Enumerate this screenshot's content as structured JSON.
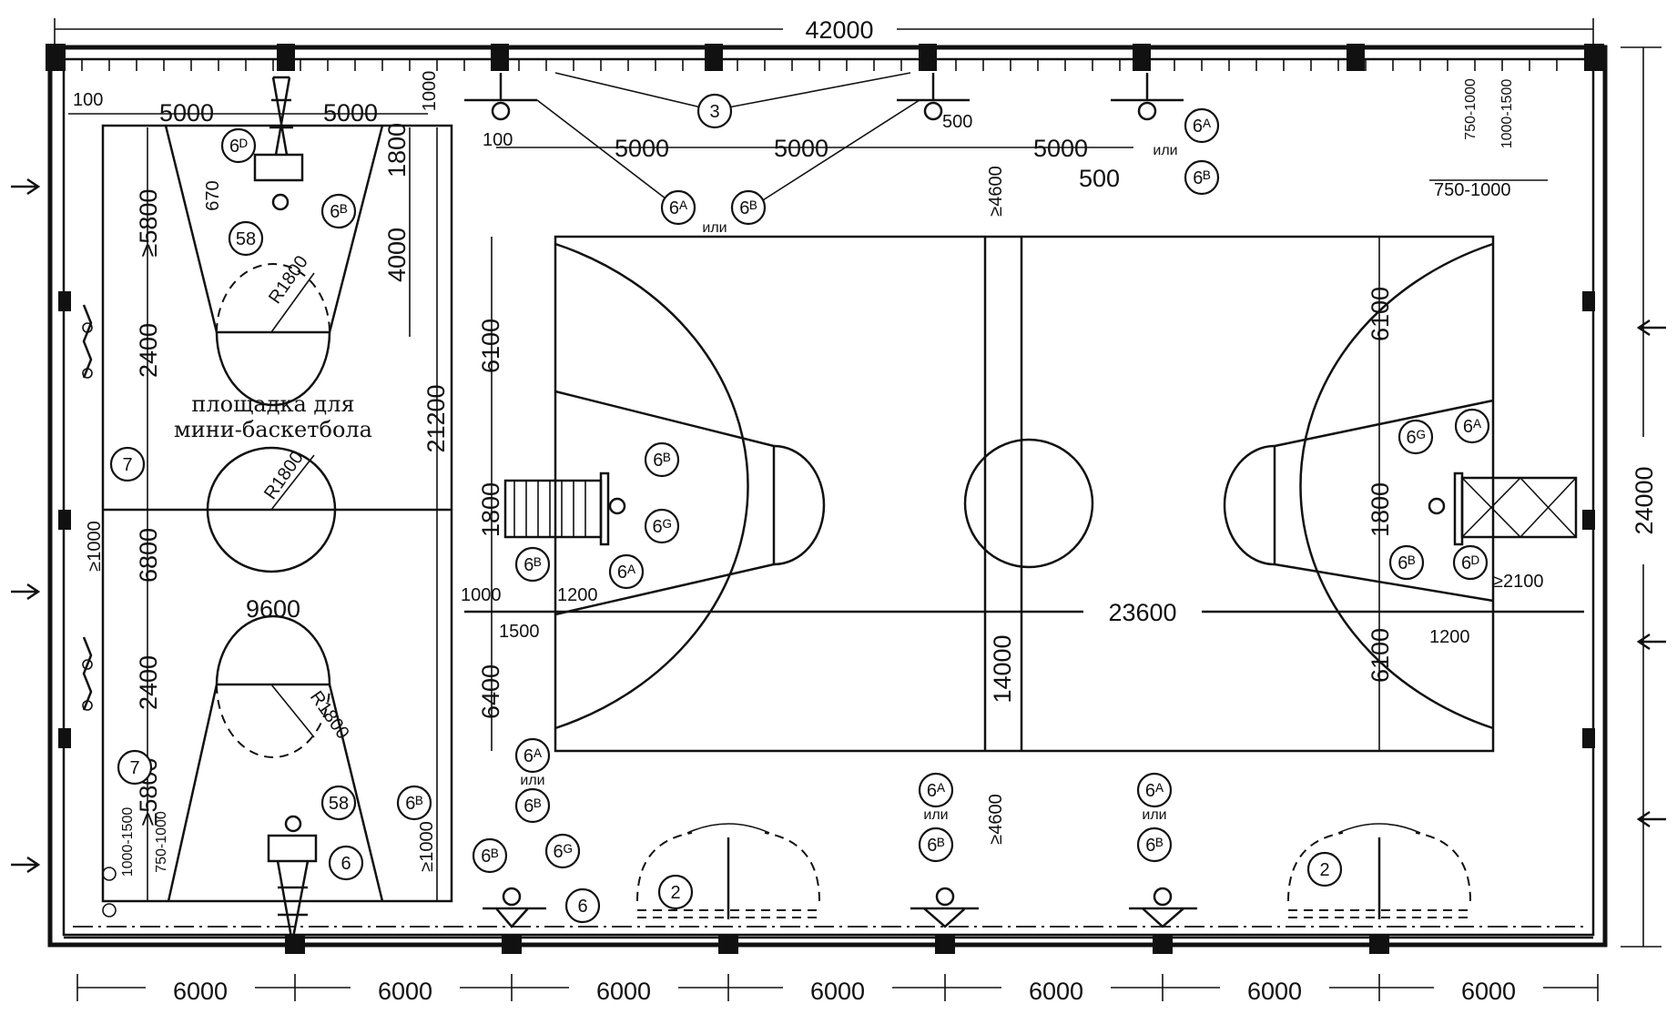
{
  "dimensions": {
    "overall_width": "42000",
    "overall_height": "24000",
    "column_spacing": [
      "6000",
      "6000",
      "6000",
      "6000",
      "6000",
      "6000",
      "6000"
    ],
    "main_court_length": "23600",
    "main_court_width": "14000",
    "half_width_top": "6100",
    "half_width_bottom": "6400",
    "right_half_top": "6100",
    "right_half_bottom": "6100",
    "backboard_width": "1800",
    "backboard_width_right": "1800",
    "offset_1000": "1000",
    "offset_1200": "1200",
    "offset_1500": "1500",
    "offset_1200_right": "1200",
    "min_2100": "≥2100",
    "min_4600_top": "≥4600",
    "min_4600_bottom": "≥4600",
    "top_5000_a": "5000",
    "top_5000_b": "5000",
    "top_5000_c": "5000",
    "top_100": "100",
    "top_500": "500",
    "top_or_500": "500",
    "right_750_1000_a": "750-1000",
    "right_1000_1500": "1000-1500",
    "right_750_1000_b": "750-1000",
    "mini_100": "100",
    "mini_5000_a": "5000",
    "mini_5000_b": "5000",
    "mini_1000_top": "1000",
    "mini_1800": "1800",
    "mini_670": "670",
    "mini_5800_top": "≥5800",
    "mini_4000": "4000",
    "mini_2400_top": "2400",
    "mini_21200": "21200",
    "mini_6800": "6800",
    "mini_9600": "9600",
    "mini_2400_bottom": "2400",
    "mini_5800_bottom": "≥5800",
    "mini_min_1000_left": "≥1000",
    "mini_min_1000_bottom": "≥1000",
    "left_1000_1500": "1000-1500",
    "left_750_1000": "750-1000",
    "radius_top": "R1800",
    "radius_center": "R1800",
    "radius_bottom": "R1800"
  },
  "labels": {
    "mini_court_line1": "площадка для",
    "mini_court_line2": "мини-баскетбола",
    "or_word": "или"
  },
  "callouts": {
    "c3": "3",
    "c6a": "6ᴬ",
    "c6b": "6ᴮ",
    "c6v": "6ᴮ",
    "c6g": "6ᴳ",
    "c6d": "6ᴰ",
    "c58": "58",
    "c7": "7",
    "c6": "6",
    "c2": "2",
    "c6a_top_right": "6ᴬ",
    "c6b_top_right": "6ᴮ",
    "c6b_left": "6ᴮ",
    "c6a_left": "6ᴬ",
    "c6v_left": "6ᴮ",
    "c6g_left": "6ᴳ",
    "c6g_right": "6ᴳ",
    "c6a_right": "6ᴬ",
    "c6v_right": "6ᴮ",
    "c6d_right": "6ᴰ",
    "c6d_mini": "6ᴰ",
    "c6b_mini_top": "6ᴮ",
    "c58_mini_top": "58",
    "c58_mini_bottom": "58",
    "c6b_mini_bottom": "6ᴮ",
    "c6_mini_bottom": "6",
    "c6a_b1": "6ᴬ",
    "c6b_b1": "6ᴮ",
    "c6v_b1": "6ᴮ",
    "c6g_b1": "6ᴳ",
    "c6_b1": "6",
    "c6a_b2": "6ᴬ",
    "c6b_b2": "6ᴮ",
    "c6a_b3": "6ᴬ",
    "c6b_b3": "6ᴮ",
    "c7_top": "7",
    "c7_bottom": "7",
    "c2_left": "2",
    "c2_right": "2"
  }
}
